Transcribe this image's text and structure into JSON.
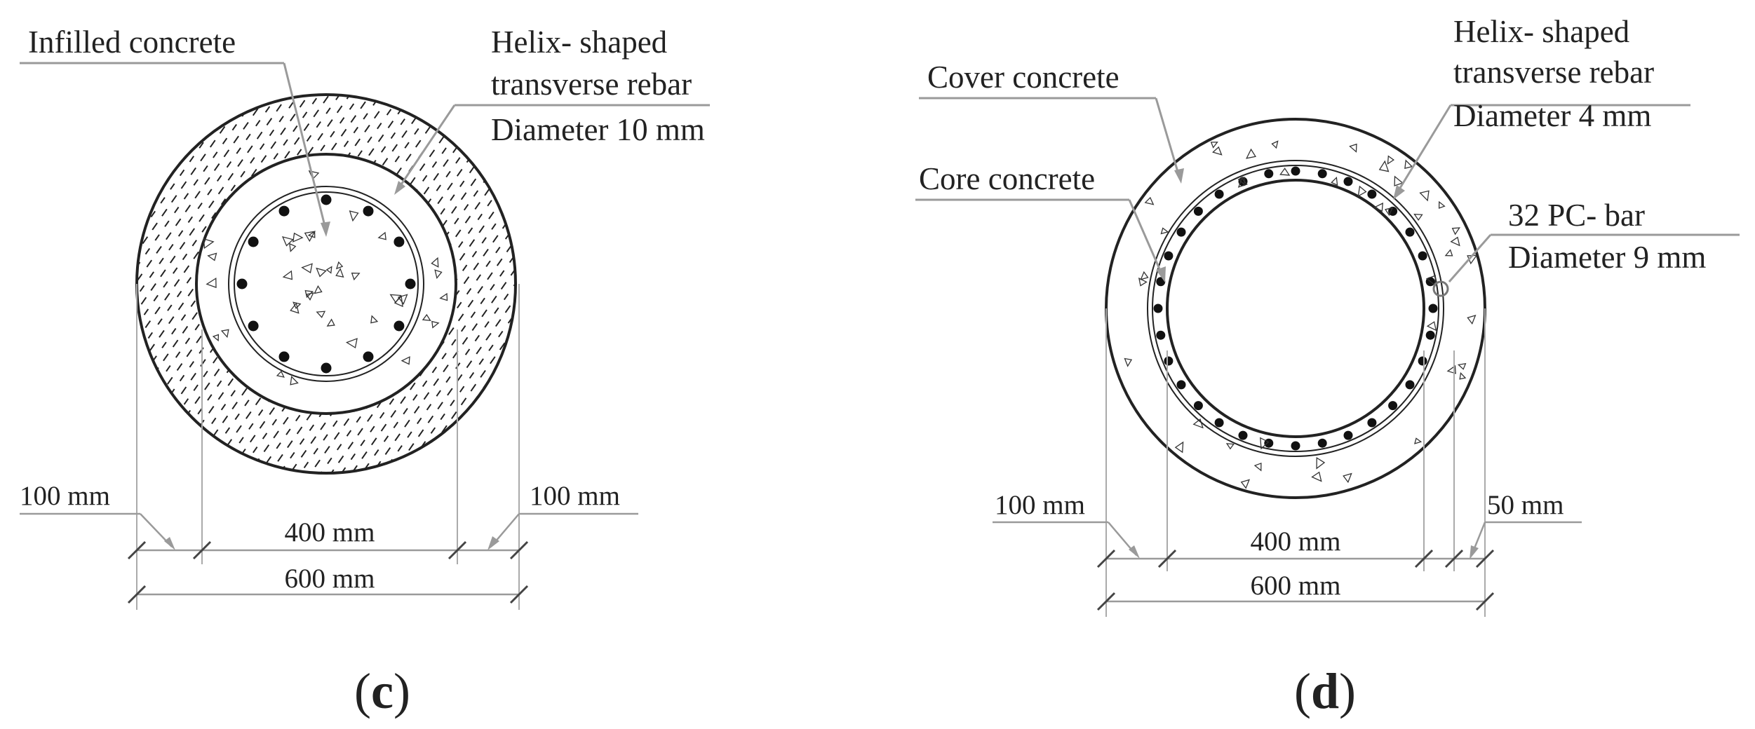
{
  "panel_c": {
    "label_infilled": "Infilled concrete",
    "label_helix_1": "Helix- shaped",
    "label_helix_2": "transverse rebar",
    "label_helix_3": "Diameter 10 mm",
    "dim_left": "100 mm",
    "dim_right": "100 mm",
    "dim_inner": "400 mm",
    "dim_outer": "600 mm",
    "caption_open": "(",
    "caption_letter": "c",
    "caption_close": ")"
  },
  "panel_d": {
    "label_cover": "Cover concrete",
    "label_core": "Core concrete",
    "label_helix_1": "Helix- shaped",
    "label_helix_2": "transverse rebar",
    "label_helix_3": "Diameter 4 mm",
    "label_pc_1": "32 PC- bar",
    "label_pc_2": "Diameter 9 mm",
    "dim_left": "100 mm",
    "dim_right": "50 mm",
    "dim_inner": "400 mm",
    "dim_outer": "600 mm",
    "caption_open": "(",
    "caption_letter": "d",
    "caption_close": ")"
  },
  "colors": {
    "line": "#222222",
    "leader": "#9a9a9a",
    "rebar": "#111111"
  }
}
